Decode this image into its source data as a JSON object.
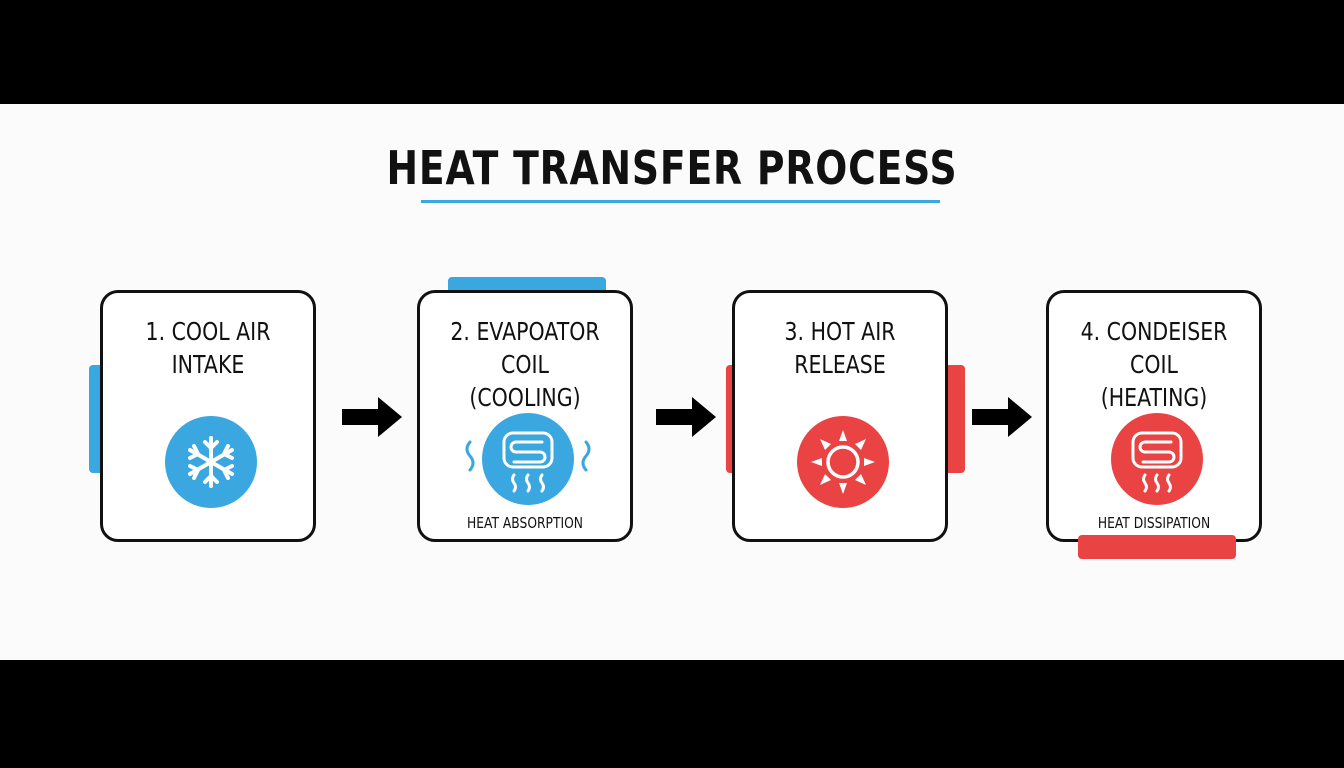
{
  "title": "HEAT TRANSFER PROCESS",
  "colors": {
    "cool": "#3aa7e0",
    "hot": "#e94343",
    "ink": "#111111",
    "background": "#fbfbfb"
  },
  "steps": [
    {
      "label": "1. COOL AIR\nINTAKE",
      "icon": "snowflake-icon",
      "caption": "",
      "theme": "cool"
    },
    {
      "label": "2. EVAPOATOR COIL\n(COOLING)",
      "icon": "coil-icon",
      "caption": "HEAT ABSORPTION",
      "theme": "cool"
    },
    {
      "label": "3. HOT AIR\nRELEASE",
      "icon": "sun-icon",
      "caption": "",
      "theme": "hot"
    },
    {
      "label": "4. CONDEISER COIL\n(HEATING)",
      "icon": "coil-heat-icon",
      "caption": "HEAT DISSIPATION",
      "theme": "hot"
    }
  ],
  "connectors": [
    "arrow-right-icon",
    "arrow-right-icon",
    "arrow-right-icon"
  ]
}
